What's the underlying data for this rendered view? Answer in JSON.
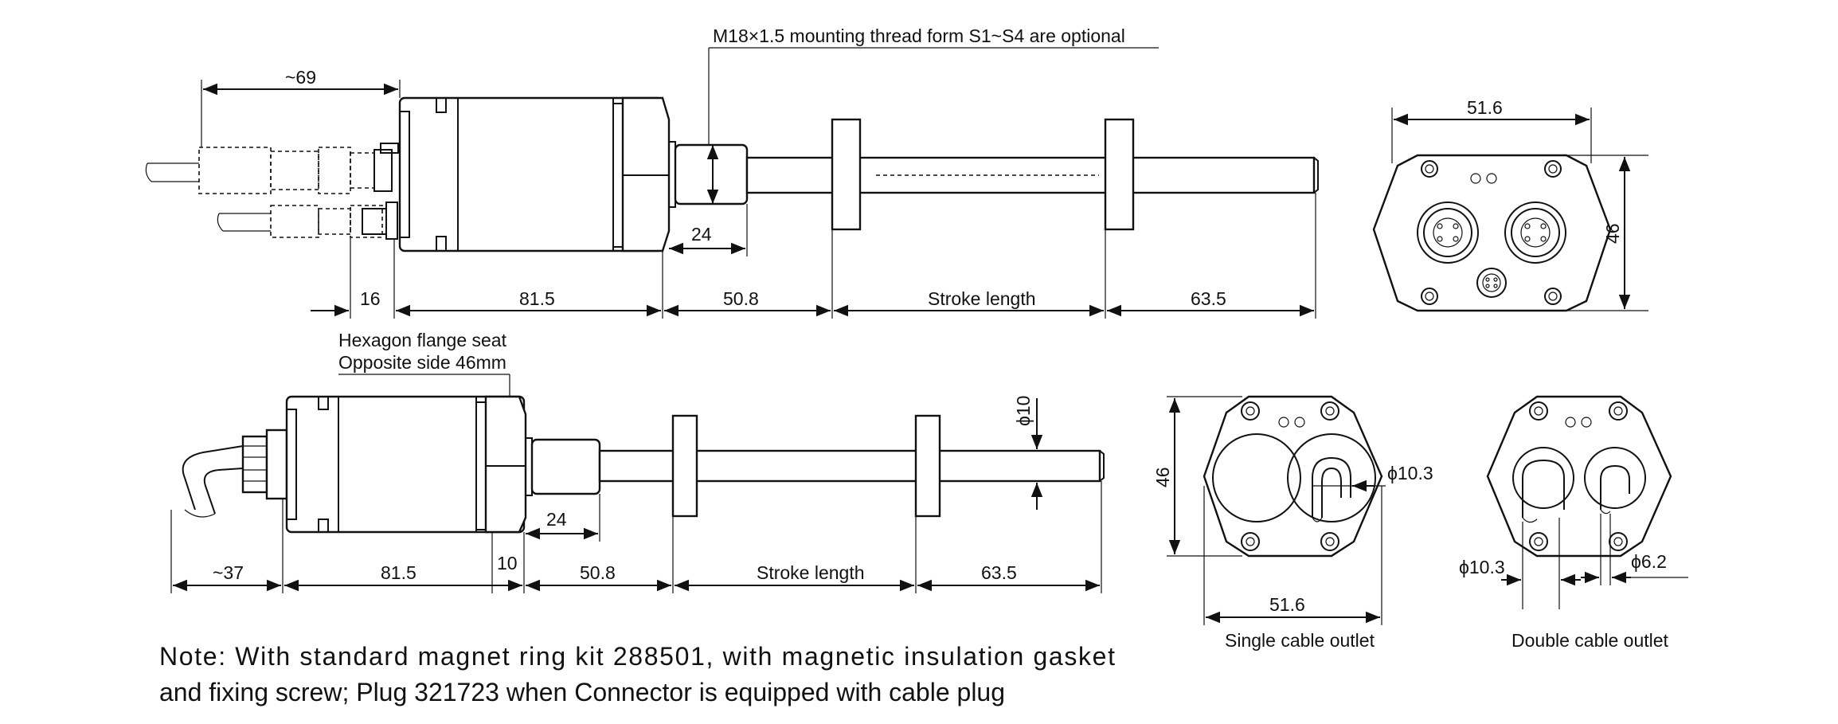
{
  "top_view": {
    "thread_note": "M18×1.5 mounting thread form S1~S4 are optional",
    "dim_cable": "~69",
    "dim_thread": "24",
    "dim_16": "16",
    "dim_body": "81.5",
    "dim_rod_start": "50.8",
    "dim_stroke": "Stroke length",
    "dim_end": "63.5"
  },
  "end_view_top": {
    "width": "51.6",
    "height": "46"
  },
  "bottom_view": {
    "flange_line1": "Hexagon flange seat",
    "flange_line2": "Opposite side 46mm",
    "dim_rod_dia": "ϕ10",
    "dim_thread": "24",
    "dim_cable": "~37",
    "dim_body": "81.5",
    "dim_10": "10",
    "dim_rod_start": "50.8",
    "dim_stroke": "Stroke length",
    "dim_end": "63.5"
  },
  "single_outlet": {
    "height": "46",
    "dia": "ϕ10.3",
    "width": "51.6",
    "caption": "Single cable outlet"
  },
  "double_outlet": {
    "dia_left": "ϕ10.3",
    "dia_right": "ϕ6.2",
    "caption": "Double cable outlet"
  },
  "note": {
    "line1": "Note: With standard magnet ring kit 288501, with magnetic insulation gasket",
    "line2": "and fixing screw; Plug 321723 when Connector is equipped with cable plug"
  }
}
